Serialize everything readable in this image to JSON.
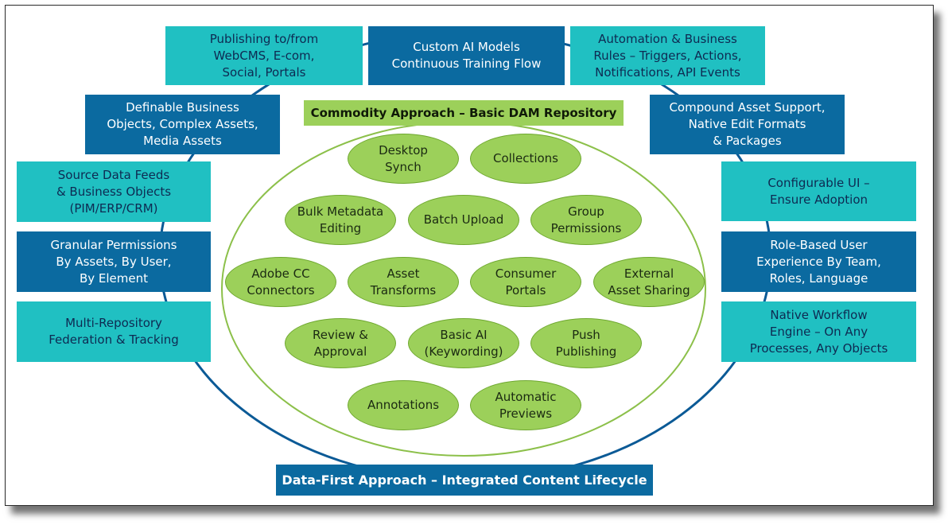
{
  "commodity_title": "Commodity Approach – Basic DAM Repository",
  "datafirst_title": "Data-First Approach – Integrated Content Lifecycle",
  "outer_boxes": {
    "publishing": "Publishing to/from\nWebCMS, E-com,\nSocial, Portals",
    "custom_ai": "Custom AI Models\nContinuous Training Flow",
    "automation": "Automation & Business\nRules – Triggers, Actions,\nNotifications, API Events",
    "business_objects": "Definable Business\nObjects, Complex Assets,\nMedia Assets",
    "compound_asset": "Compound Asset Support,\nNative Edit Formats\n& Packages",
    "source_feeds": "Source Data Feeds\n& Business Objects\n(PIM/ERP/CRM)",
    "configurable_ui": "Configurable UI –\nEnsure Adoption",
    "granular_permissions": "Granular Permissions\nBy Assets, By User,\nBy Element",
    "role_based": "Role-Based User\nExperience By Team,\nRoles, Language",
    "multi_repository": "Multi-Repository\nFederation & Tracking",
    "native_workflow": "Native Workflow\nEngine – On Any\nProcesses, Any Objects"
  },
  "features": {
    "desktop_synch": "Desktop\nSynch",
    "collections": "Collections",
    "bulk_metadata": "Bulk Metadata\nEditing",
    "batch_upload": "Batch Upload",
    "group_permissions": "Group\nPermissions",
    "adobe_cc": "Adobe CC\nConnectors",
    "asset_transforms": "Asset\nTransforms",
    "consumer_portals": "Consumer\nPortals",
    "external_sharing": "External\nAsset Sharing",
    "review_approval": "Review &\nApproval",
    "basic_ai": "Basic AI\n(Keywording)",
    "push_publishing": "Push\nPublishing",
    "annotations": "Annotations",
    "automatic_previews": "Automatic\nPreviews"
  },
  "colors": {
    "teal": "#20c0c2",
    "navy": "#0b6aa0",
    "green": "#9cd05a"
  }
}
